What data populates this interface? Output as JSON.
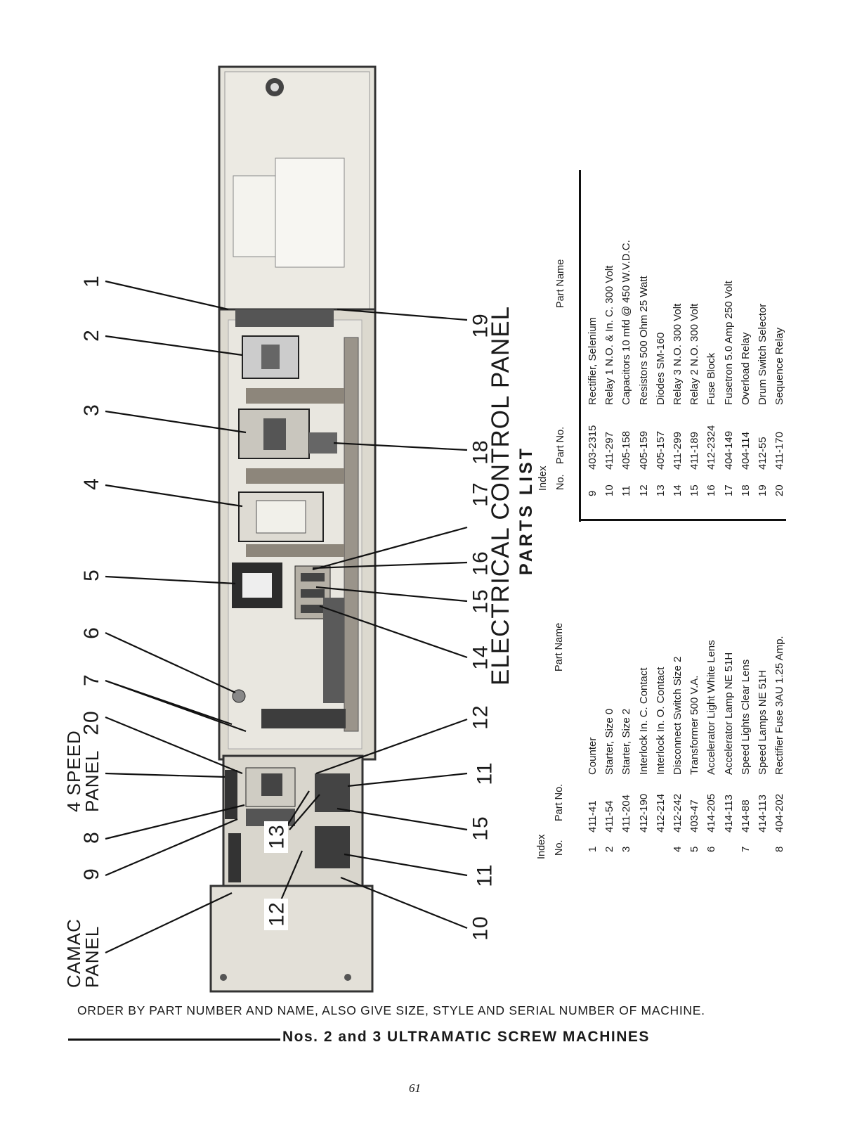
{
  "title": "ELECTRICAL CONTROL PANEL",
  "subtitle": "PARTS LIST",
  "panel_labels": {
    "four_speed": [
      "4 SPEED",
      "PANEL"
    ],
    "camac": [
      "CAMAC",
      "PANEL"
    ]
  },
  "callouts": [
    "1",
    "2",
    "3",
    "4",
    "5",
    "6",
    "7",
    "20",
    "8",
    "9",
    "19",
    "18",
    "17",
    "16",
    "15",
    "14",
    "12",
    "11",
    "15",
    "11",
    "10",
    "13",
    "12"
  ],
  "table_headers": {
    "index": "Index",
    "no": "No.",
    "part_no": "Part No.",
    "part_name": "Part Name"
  },
  "parts_left": [
    {
      "no": "1",
      "part_no": "411-41",
      "name": "Counter"
    },
    {
      "no": "2",
      "part_no": "411-54",
      "name": "Starter, Size 0"
    },
    {
      "no": "3",
      "part_no": "411-204",
      "name": "Starter, Size 2"
    },
    {
      "no": "",
      "part_no": "412-190",
      "name": "Interlock In. C. Contact"
    },
    {
      "no": "",
      "part_no": "412-214",
      "name": "Interlock In. O. Contact"
    },
    {
      "no": "4",
      "part_no": "412-242",
      "name": "Disconnect Switch Size 2"
    },
    {
      "no": "5",
      "part_no": "403-47",
      "name": "Transformer 500 V.A."
    },
    {
      "no": "6",
      "part_no": "414-205",
      "name": "Accelerator Light White Lens"
    },
    {
      "no": "",
      "part_no": "414-113",
      "name": "Accelerator Lamp NE 51H"
    },
    {
      "no": "7",
      "part_no": "414-88",
      "name": "Speed Lights Clear Lens"
    },
    {
      "no": "",
      "part_no": "414-113",
      "name": "Speed Lamps NE 51H"
    },
    {
      "no": "8",
      "part_no": "404-202",
      "name": "Rectifier Fuse 3AU 1.25 Amp."
    }
  ],
  "parts_right": [
    {
      "no": "9",
      "part_no": "403-2315",
      "name": "Rectifier, Selenium"
    },
    {
      "no": "10",
      "part_no": "411-297",
      "name": "Relay 1 N.O. & In. C. 300 Volt"
    },
    {
      "no": "11",
      "part_no": "405-158",
      "name": "Capacitors 10 mfd @ 450 W.V.D.C."
    },
    {
      "no": "12",
      "part_no": "405-159",
      "name": "Resistors 500 Ohm 25 Watt"
    },
    {
      "no": "13",
      "part_no": "405-157",
      "name": "Diodes SM-160"
    },
    {
      "no": "14",
      "part_no": "411-299",
      "name": "Relay 3 N.O. 300 Volt"
    },
    {
      "no": "15",
      "part_no": "411-189",
      "name": "Relay 2 N.O. 300 Volt"
    },
    {
      "no": "16",
      "part_no": "412-2324",
      "name": "Fuse Block"
    },
    {
      "no": "17",
      "part_no": "404-149",
      "name": "Fusetron 5.0 Amp 250 Volt"
    },
    {
      "no": "18",
      "part_no": "404-114",
      "name": "Overload Relay"
    },
    {
      "no": "19",
      "part_no": "412-55",
      "name": "Drum Switch Selector"
    },
    {
      "no": "20",
      "part_no": "411-170",
      "name": "Sequence Relay"
    }
  ],
  "footer": {
    "order_note": "ORDER BY PART NUMBER AND NAME, ALSO GIVE SIZE, STYLE AND SERIAL NUMBER OF MACHINE.",
    "title": "Nos. 2 and 3 ULTRAMATIC SCREW MACHINES",
    "page_number": "61"
  }
}
